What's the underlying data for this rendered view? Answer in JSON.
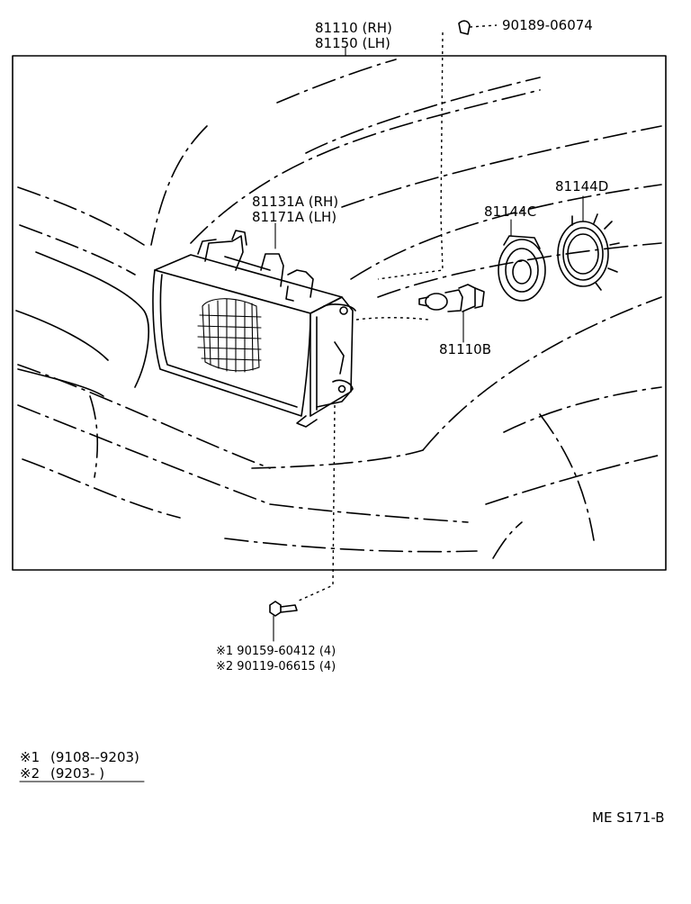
{
  "labels": {
    "headlamp_assy_rh": "81110 (RH)",
    "headlamp_assy_lh": "81150 (LH)",
    "clip": "90189-06074",
    "unit_rh": "81131A (RH)",
    "unit_lh": "81171A (LH)",
    "socket_cover_c": "81144C",
    "socket_cover_d": "81144D",
    "bulb": "81110B",
    "screw_1": "※1 90159-60412 (4)",
    "screw_2": "※2 90119-06615 (4)"
  },
  "footnotes": {
    "note_1_mark": "※1",
    "note_1_text": "(9108--9203)",
    "note_2_mark": "※2",
    "note_2_text": "(9203-        )"
  },
  "drawing_code": "ME S171-B"
}
